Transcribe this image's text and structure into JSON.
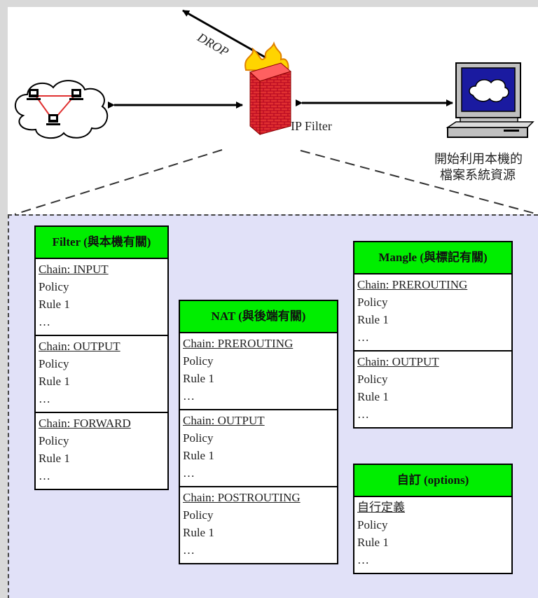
{
  "labels": {
    "drop": "DROP",
    "ip_filter": "IP Filter",
    "local_line1": "開始利用本機的",
    "local_line2": "檔案系統資源"
  },
  "tables": {
    "filter": {
      "title": "Filter (與本機有關)",
      "sections": [
        {
          "chain": "Chain: INPUT",
          "policy": "Policy",
          "rule": "Rule 1",
          "more": "…"
        },
        {
          "chain": "Chain: OUTPUT",
          "policy": "Policy",
          "rule": "Rule 1",
          "more": "…"
        },
        {
          "chain": "Chain: FORWARD",
          "policy": "Policy",
          "rule": "Rule 1",
          "more": "…"
        }
      ]
    },
    "nat": {
      "title": "NAT (與後端有關)",
      "sections": [
        {
          "chain": "Chain: PREROUTING",
          "policy": "Policy",
          "rule": "Rule 1",
          "more": "…"
        },
        {
          "chain": "Chain: OUTPUT",
          "policy": "Policy",
          "rule": "Rule 1",
          "more": "…"
        },
        {
          "chain": "Chain: POSTROUTING",
          "policy": "Policy",
          "rule": "Rule 1",
          "more": "…"
        }
      ]
    },
    "mangle": {
      "title": "Mangle (與標記有關)",
      "sections": [
        {
          "chain": "Chain: PREROUTING",
          "policy": "Policy",
          "rule": "Rule 1",
          "more": "…"
        },
        {
          "chain": "Chain: OUTPUT",
          "policy": "Policy",
          "rule": "Rule 1",
          "more": "…"
        }
      ]
    },
    "custom": {
      "title": "自訂 (options)",
      "sections": [
        {
          "chain": "自行定義",
          "policy": "Policy",
          "rule": "Rule 1",
          "more": "…"
        }
      ]
    }
  },
  "icons": {
    "network": "network-cloud-icon",
    "firewall": "firewall-icon",
    "computer": "computer-icon"
  },
  "colors": {
    "header_green": "#00ee00",
    "zone_fill": "#e1e1f8",
    "brick_red": "#c8102e",
    "flame_yellow": "#ffd400"
  }
}
